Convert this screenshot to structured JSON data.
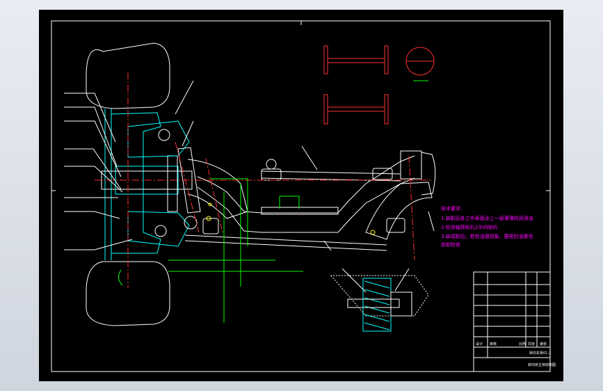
{
  "colors": {
    "background": "#000000",
    "frame": "#ffffff",
    "parts": "#00ffff",
    "dimensions": "#00ff00",
    "center_lines": "#ff3030",
    "notes": "#ff00ff",
    "fasteners": "#ffff00"
  },
  "notes": {
    "lines": [
      "技术要求:",
      "1.装配后各工作表面涂上一层薄薄的润滑油",
      "2.检测轴颈和孔2中间隙的",
      "3.装成配后，若有油漏现象，要密封油重色",
      "  拆卸检修"
    ]
  },
  "title_block": {
    "drawing_number": "转向车桥01-2",
    "name": "转向桥主体结构图",
    "cells": [
      "设计",
      "审核",
      "比例",
      "共张",
      "第张"
    ]
  }
}
